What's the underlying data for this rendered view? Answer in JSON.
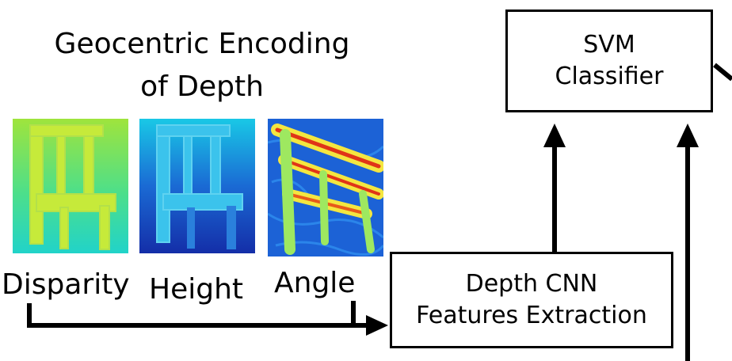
{
  "title": {
    "line1": "Geocentric Encoding",
    "line2": "of Depth"
  },
  "images": [
    {
      "caption": "Disparity",
      "icon": "disparity-depth-map"
    },
    {
      "caption": "Height",
      "icon": "height-depth-map"
    },
    {
      "caption": "Angle",
      "icon": "angle-depth-map"
    }
  ],
  "boxes": {
    "svm": {
      "line1": "SVM",
      "line2": "Classifier"
    },
    "depth_cnn": {
      "line1": "Depth CNN",
      "line2": "Features Extraction"
    }
  },
  "colors": {
    "stroke": "#000000",
    "disparity_top": "#9fe43c",
    "disparity_bottom": "#21d3c9",
    "height_top": "#19c8e6",
    "height_bottom": "#142ea8",
    "angle_base": "#1c62d6",
    "angle_hot": "#e03418"
  }
}
